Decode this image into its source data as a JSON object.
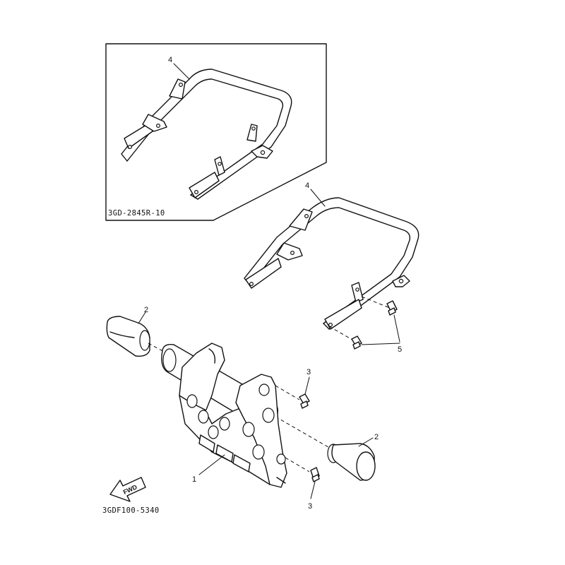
{
  "diagram": {
    "inset_code": "3GD-2845R-10",
    "figure_code": "3GDF100-5340",
    "fwd_label": "FWD",
    "callouts": {
      "inset_part_4": "4",
      "part_4": "4",
      "part_2_top": "2",
      "part_2_bottom": "2",
      "part_3_top": "3",
      "part_3_bottom": "3",
      "part_5": "5",
      "part_1": "1"
    }
  }
}
